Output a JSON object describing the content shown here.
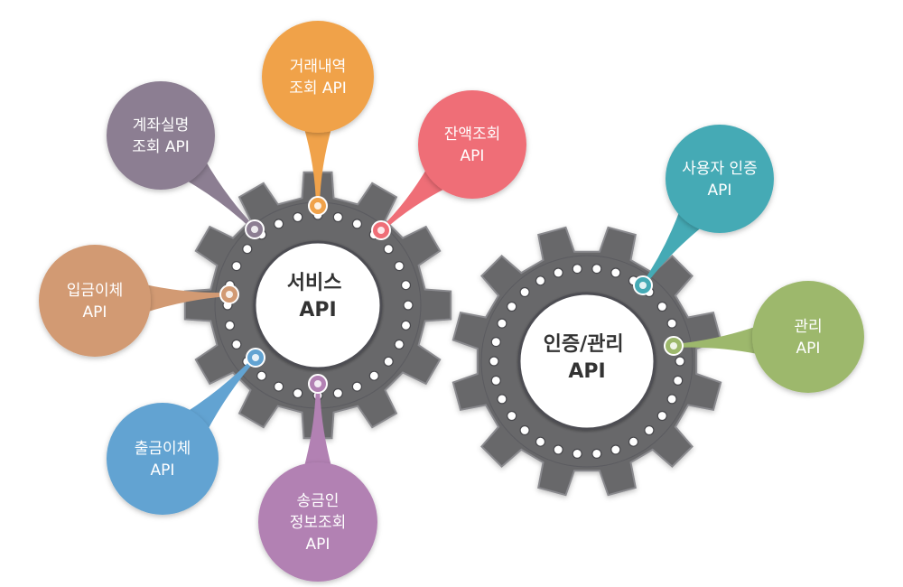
{
  "gears": [
    {
      "id": "service",
      "lines": [
        "서비스",
        "API"
      ]
    },
    {
      "id": "auth",
      "lines": [
        "인증/관리",
        "API"
      ]
    }
  ],
  "bubbles": [
    {
      "id": "transaction-history",
      "gear": "service",
      "color": "#F0A24A",
      "lines": [
        "거래내역",
        "조회 API"
      ]
    },
    {
      "id": "balance",
      "gear": "service",
      "color": "#EF6E77",
      "lines": [
        "잔액조회",
        "API"
      ]
    },
    {
      "id": "account-verify",
      "gear": "service",
      "color": "#8C7E92",
      "lines": [
        "계좌실명",
        "조회 API"
      ]
    },
    {
      "id": "deposit-transfer",
      "gear": "service",
      "color": "#D29A73",
      "lines": [
        "입금이체",
        "API"
      ]
    },
    {
      "id": "withdraw-transfer",
      "gear": "service",
      "color": "#62A3D2",
      "lines": [
        "출금이체",
        "API"
      ]
    },
    {
      "id": "sender-info",
      "gear": "service",
      "color": "#B281B3",
      "lines": [
        "송금인",
        "정보조회",
        "API"
      ]
    },
    {
      "id": "user-auth",
      "gear": "auth",
      "color": "#45AAB5",
      "lines": [
        "사용자 인증",
        "API"
      ]
    },
    {
      "id": "management",
      "gear": "auth",
      "color": "#9DB86C",
      "lines": [
        "관리",
        "API"
      ]
    }
  ],
  "colors": {
    "gear": "#67676B",
    "gear_edge": "#55555A",
    "hole": "#FFFFFF",
    "bubble_text": "#FFFFFF",
    "center_text": "#333333"
  }
}
